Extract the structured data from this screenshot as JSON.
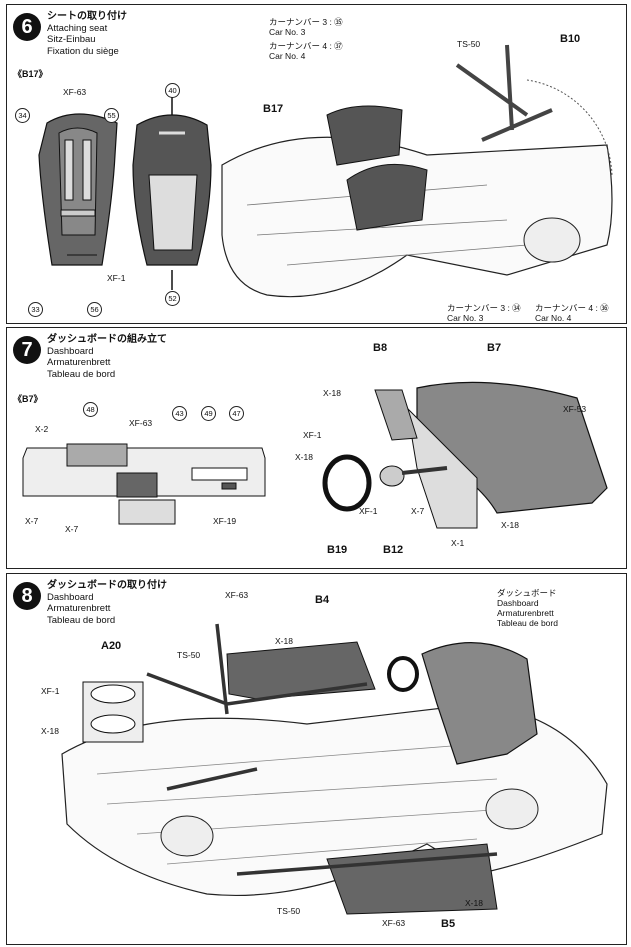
{
  "step6": {
    "number": "6",
    "title_jp": "シートの取り付け",
    "title_en": "Attaching seat",
    "title_de": "Sitz-Einbau",
    "title_fr": "Fixation du siège",
    "sprue_tag": "《B17》",
    "car3_top": "カーナンバー 3 : ㉟",
    "car3_top_en": "Car No. 3",
    "car4_top": "カーナンバー 4 : ㊲",
    "car4_top_en": "Car No. 4",
    "ts50": "TS-50",
    "b10": "B10",
    "b17_main": "B17",
    "xf63": "XF-63",
    "xf1": "XF-1",
    "c34": "34",
    "c55": "55",
    "c40": "40",
    "c33": "33",
    "c56": "56",
    "c52": "52",
    "car3_bottom": "カーナンバー 3 : ㉞",
    "car3_bottom_en": "Car No. 3",
    "car4_bottom": "カーナンバー 4 : ㊱",
    "car4_bottom_en": "Car No. 4"
  },
  "step7": {
    "number": "7",
    "title_jp": "ダッシュボードの組み立て",
    "title_en": "Dashboard",
    "title_de": "Armaturenbrett",
    "title_fr": "Tableau de bord",
    "sprue_tag": "《B7》",
    "x2": "X-2",
    "c48": "48",
    "xf63": "XF-63",
    "c43": "43",
    "c49": "49",
    "c47": "47",
    "x7a": "X-7",
    "x7b": "X-7",
    "xf19": "XF-19",
    "b8": "B8",
    "b7": "B7",
    "x18a": "X-18",
    "xf53": "XF-53",
    "xf1a": "XF-1",
    "x18b": "X-18",
    "xf1b": "XF-1",
    "x7c": "X-7",
    "x1": "X-1",
    "x18c": "X-18",
    "b19": "B19",
    "b12": "B12"
  },
  "step8": {
    "number": "8",
    "title_jp": "ダッシュボードの取り付け",
    "title_en": "Dashboard",
    "title_de": "Armaturenbrett",
    "title_fr": "Tableau de bord",
    "xf63a": "XF-63",
    "b4": "B4",
    "dash_jp": "ダッシュボード",
    "dash_en": "Dashboard",
    "dash_de": "Armaturenbrett",
    "dash_fr": "Tableau de bord",
    "a20": "A20",
    "ts50a": "TS-50",
    "x18a": "X-18",
    "xf1": "XF-1",
    "x18b": "X-18",
    "ts50b": "TS-50",
    "xf63b": "XF-63",
    "b5": "B5",
    "x18c": "X-18"
  }
}
